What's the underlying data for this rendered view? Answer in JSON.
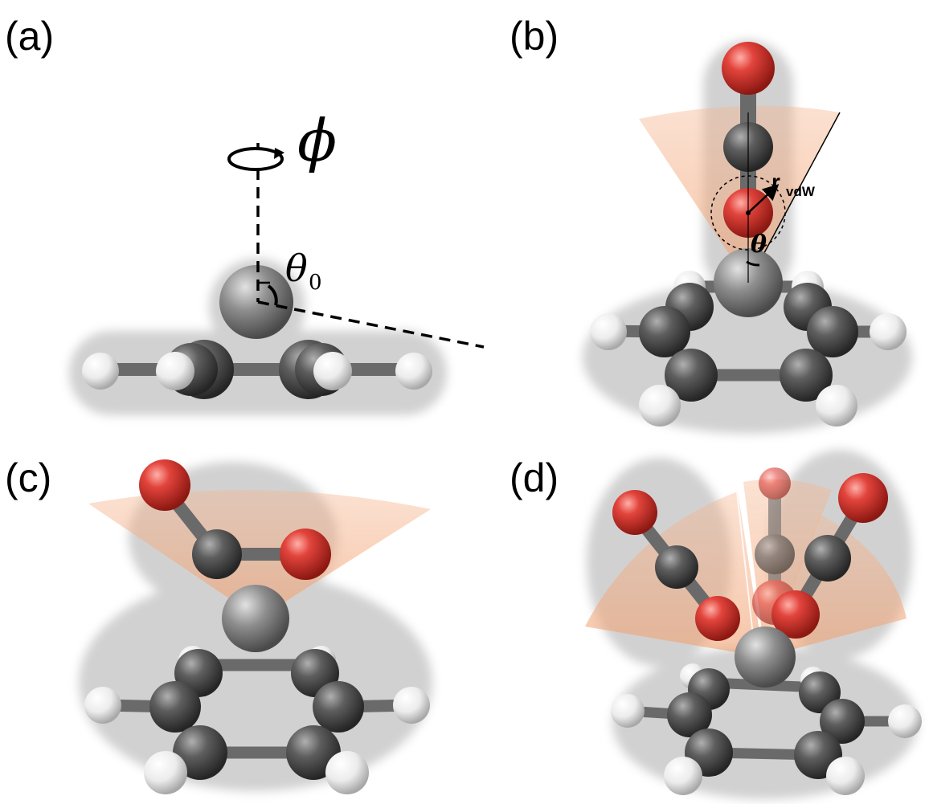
{
  "panels": {
    "a": {
      "label": "(a)",
      "phi": "ϕ",
      "theta0": "θ",
      "theta0_sub": "0"
    },
    "b": {
      "label": "(b)",
      "r_label": "r",
      "r_sub": "vdW",
      "theta": "θ"
    },
    "c": {
      "label": "(c)"
    },
    "d": {
      "label": "(d)"
    }
  },
  "colors": {
    "oxygen": "#d2322c",
    "carbon": "#5a5a5a",
    "hydrogen": "#ededed",
    "metal": "#8f8f8f",
    "cone": "#f0a070",
    "envelope": "#9a9a9a"
  }
}
